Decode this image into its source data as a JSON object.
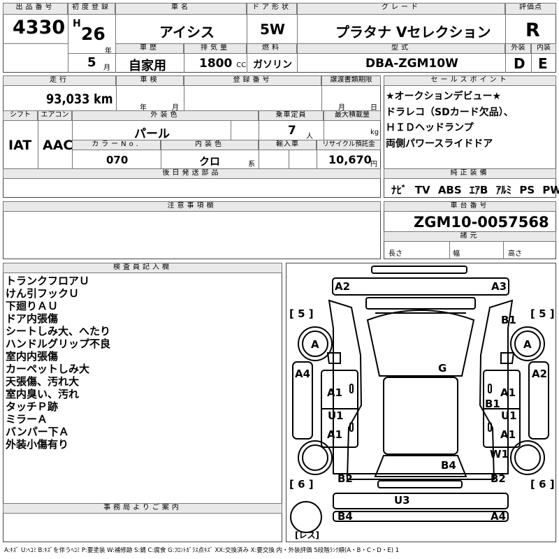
{
  "sheet": {
    "lot_no_label": "出品番号",
    "lot_no": "4330",
    "first_reg_label": "初度登録",
    "era_letter": "H",
    "year": "26",
    "year_unit": "年",
    "month": "5",
    "month_unit": "月",
    "car_name_label": "車名",
    "car_name": "アイシス",
    "door_label": "ドア形状",
    "door": "5W",
    "grade_label": "グレード",
    "grade": "プラタナ Vセレクション",
    "score_label": "評価点",
    "score": "R",
    "history_label": "車歴",
    "history": "自家用",
    "displacement_label": "排気量",
    "displacement": "1800",
    "displacement_unit": "CC",
    "fuel_label": "燃料",
    "fuel": "ガソリン",
    "model_code_label": "型式",
    "model_code": "DBA-ZGM10W",
    "exterior_grade_label": "外装",
    "exterior_grade": "D",
    "interior_grade_label": "内装",
    "interior_grade": "E",
    "mileage_label": "走行",
    "mileage": "93,033",
    "mileage_unit": "km",
    "inspection_label": "車検",
    "insp_year_unit": "年",
    "insp_month_unit": "月",
    "reg_no_label": "登録番号",
    "transfer_label": "譲渡書類期限",
    "transfer_month_unit": "月",
    "transfer_day_unit": "日",
    "shift_label": "シフト",
    "shift": "IAT",
    "aircon_label": "エアコン",
    "aircon": "AAC",
    "ext_color_label": "外装色",
    "ext_color": "パール",
    "capacity_label": "乗車定員",
    "capacity": "7",
    "capacity_unit": "人",
    "max_load_label": "最大積載量",
    "max_load_unit": "kg",
    "color_no_label": "カラーNo.",
    "color_no": "070",
    "int_color_label": "内装色",
    "int_color": "クロ",
    "int_color_unit": "系",
    "import_label": "輸入車",
    "recycle_label": "リサイクル預託金",
    "recycle": "10,670",
    "recycle_unit": "円",
    "later_parts_label": "後日発送部品",
    "notes_label": "注意事項欄",
    "sales_point_label": "セールスポイント",
    "sales_points": [
      "★オークションデビュー★",
      "ドラレコ（SDカード欠品）、",
      "ＨＩＤヘッドランプ",
      "両側パワースライドドア"
    ],
    "equipment_label": "純正装備",
    "equipment": [
      "ﾅﾋﾞ",
      "TV",
      "ABS",
      "ｴｱB",
      "ｱﾙﾐ",
      "PS",
      "PW"
    ],
    "chassis_label": "車台番号",
    "chassis_no": "ZGM10-0057568",
    "dims_label": "諸元",
    "length_label": "長さ",
    "width_label": "幅",
    "height_label": "高さ",
    "inspector_label": "検査員記入欄",
    "inspector_notes": [
      "トランクフロアＵ",
      "けん引フックＵ",
      "下廻りＡＵ",
      "ドア内張傷",
      "シートしみ大、へたり",
      "ハンドルグリップ不良",
      "室内内張傷",
      "カーペットしみ大",
      "天張傷、汚れ大",
      "室内臭い、汚れ",
      "タッチＰ跡",
      "ミラーＡ",
      "バンパー下Ａ",
      "外装小傷有り"
    ],
    "office_label": "事務局よりご案内",
    "legend": "A:ｷｽﾞ U:ﾍｺﾐ B:ｷｽﾞを伴うﾍｺﾐ P:要塗装 W:補修跡 S:錆 C:腐食 G:ﾌﾛﾝﾄｶﾞﾗｽ点ｷｽﾞ XX:交換済み X:要交換  内・外装評価 5段階ﾗﾝｸ順(A・B・C・D・E) 1"
  },
  "diagram": {
    "tire_front_left": "5",
    "tire_front_right": "5",
    "tire_rear_left": "6",
    "tire_rear_right": "6",
    "spare": "レス",
    "marks": {
      "a2_front_left": "A2",
      "a3_front_right": "A3",
      "b1_front_right": "B1",
      "a_wheel_front_left": "A",
      "a_wheel_front_right": "A",
      "a4_left": "A4",
      "a2_right": "A2",
      "g_windshield": "G",
      "a1_front_door_left": "A1",
      "a1_front_door_right": "A1",
      "b1_right_pillar": "B1",
      "u1_left": "U1",
      "u1_right": "U1",
      "a1_rear_door_left": "A1",
      "a1_rear_door_right": "A1",
      "w1_right": "W1",
      "b4_roof_rear": "B4",
      "b2_rear_left": "B2",
      "b2_rear_right": "B2",
      "u3_tailgate": "U3",
      "b4_bumper_left": "B4",
      "a4_bumper_right": "A4"
    }
  }
}
